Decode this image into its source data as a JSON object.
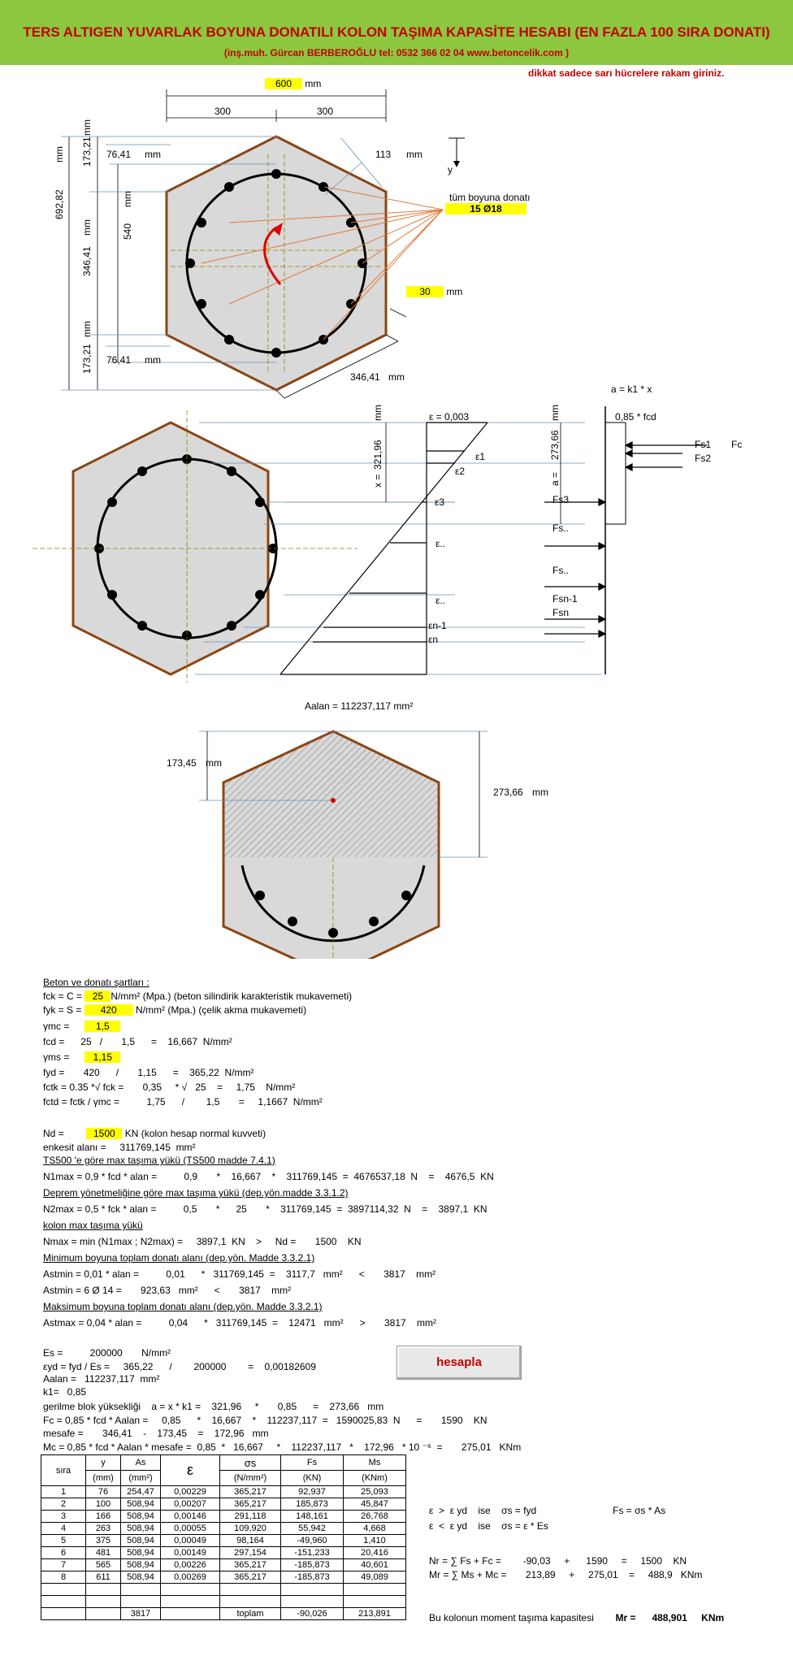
{
  "header": {
    "title": "TERS ALTIGEN YUVARLAK BOYUNA DONATILI KOLON TAŞIMA KAPASİTE HESABI (EN FAZLA 100 SIRA DONATI)",
    "author": "(inş.muh. Gürcan BERBEROĞLU tel: 0532 366 02 04    www.betoncelik.com )",
    "warning": "dikkat sadece sarı hücrelere rakam giriniz."
  },
  "colors": {
    "header_bg": "#8dc63f",
    "title_red": "#c00000",
    "input_yellow": "#ffff00",
    "hex_border": "#8b4513",
    "concrete": "#d9d9d9"
  },
  "diagram1": {
    "width": "600",
    "half_left": "300",
    "half_right": "300",
    "unit": "mm",
    "left_dim_top": "173,21",
    "left_dim_mid": "346,41",
    "left_dim_bot": "173,21",
    "total_height": "692,82",
    "inner_height": "540",
    "offset_top": "76,41",
    "offset_bot": "76,41",
    "cover_dim": "113",
    "rebar_label": "tüm boyuna donatı",
    "rebar_value": "15 Ø18",
    "cover": "30",
    "side_len": "346,41",
    "y_axis": "y"
  },
  "diagram2": {
    "a_formula": "a = k1 * x",
    "eps_top_label": "ε =",
    "eps_top_value": "0,003",
    "x_label": "x =",
    "x_value": "321,96",
    "a_label": "a =",
    "a_value": "273,66",
    "fcd_label": "0,85 * fcd",
    "fs1": "Fs1",
    "fs2": "Fs2",
    "fc": "Fc",
    "fs3": "Fs3",
    "fsdots1": "Fs..",
    "fsdots2": "Fs..",
    "fsn1": "Fsn-1",
    "fsn": "Fsn",
    "e1": "ε1",
    "e2": "ε2",
    "e3": "ε3",
    "edots1": "ε..",
    "edots2": "ε..",
    "en1": "εn-1",
    "en": "εn",
    "unit": "mm"
  },
  "diagram3": {
    "aalan_label": "Aalan =",
    "aalan_value": "112237,117",
    "aalan_unit": "mm²",
    "left_dim": "173,45",
    "right_dim": "273,66",
    "unit": "mm"
  },
  "materials": {
    "heading": "Beton ve donatı şartları :",
    "fck_label": "fck = C =",
    "fck": "25",
    "fck_desc": "N/mm² (Mpa.) (beton silindirik karakteristik mukavemeti)",
    "fyk_label": "fyk = S =",
    "fyk": "420",
    "fyk_desc": "N/mm² (Mpa.) (çelik akma mukavemeti)",
    "gmc_label": "γmc =",
    "gmc": "1,5",
    "fcd_line": "fcd =      25   /       1,5      =    16,667  N/mm²",
    "gms_label": "γms =",
    "gms": "1,15",
    "fyd_line": "fyd =       420      /       1,15      =    365,22  N/mm²",
    "fctk_line": "fctk = 0.35 *√ fck =       0,35     * √   25    =     1,75    N/mm²",
    "fctd_line": "fctd = fctk / γmc =          1,75      /        1,5       =     1,1667  N/mm²"
  },
  "loads": {
    "nd_label": "Nd =",
    "nd": "1500",
    "nd_desc": "KN  (kolon hesap normal kuvveti)",
    "area_line": "enkesit alanı =     311769,145  mm²",
    "ts500_heading": "TS500 'e göre max taşıma yükü (TS500 madde 7.4.1)",
    "n1max_line": "N1max = 0,9 * fcd * alan =          0,9       *    16,667    *    311769,145  =  4676537,18  N    =    4676,5  KN",
    "deprem_heading": "Deprem yönetmeliğine göre max taşıma yükü (dep.yön.madde 3.3.1.2)",
    "n2max_line": "N2max = 0,5 * fck * alan =          0,5       *      25       *    311769,145  =  3897114,32  N    =    3897,1  KN",
    "kolon_heading": "kolon max taşıma yükü",
    "nmax_line": "Nmax = min (N1max ; N2max) =     3897,1  KN    >     Nd =       1500    KN",
    "min_heading": "Minimum boyuna toplam donatı alanı (dep.yön. Madde 3.3.2.1)",
    "astmin1_line": "Astmin = 0,01 * alan =          0,01      *   311769,145  =    3117,7   mm²      <       3817    mm²",
    "astmin2_line": "Astmin = 6 Ø 14 =       923,63   mm²      <       3817    mm²",
    "max_heading": "Maksimum boyuna toplam donatı alanı (dep.yön. Madde 3.3.2.1)",
    "astmax_line": "Astmax = 0,04 * alan =          0,04      *   311769,145  =    12471   mm²      >       3817    mm²"
  },
  "steel": {
    "es_line": "Es =          200000       N/mm²",
    "eyd_line": "εyd = fyd / Es =     365,22      /        200000        =    0,00182609",
    "aalan_line": "Aalan =   112237,117  mm²",
    "k1_line": "k1=   0,85",
    "a_line": "gerilme blok yüksekliği    a = x * k1 =    321,96     *       0,85      =    273,66   mm",
    "fc_line": "Fc = 0,85 * fcd * Aalan =     0,85      *    16,667    *    112237,117  =   1590025,83  N      =       1590    KN",
    "mesafe_line": "mesafe =       346,41    -    173,45    =    172,96   mm",
    "mc_line": "Mc = 0,85 * fcd * Aalan * mesafe =  0,85  *   16,667     *    112237,117   *    172,96   * 10 ⁻⁶  =       275,01   KNm",
    "button": "hesapla"
  },
  "table": {
    "headers": [
      "sıra",
      "y",
      "As",
      "ε",
      "σs",
      "Fs",
      "Ms"
    ],
    "units": [
      "",
      "(mm)",
      "(mm²)",
      "",
      "(N/mm²)",
      "(KN)",
      "(KNm)"
    ],
    "rows": [
      [
        "1",
        "76",
        "254,47",
        "0,00229",
        "365,217",
        "92,937",
        "25,093"
      ],
      [
        "2",
        "100",
        "508,94",
        "0,00207",
        "365,217",
        "185,873",
        "45,847"
      ],
      [
        "3",
        "166",
        "508,94",
        "0,00146",
        "291,118",
        "148,161",
        "26,768"
      ],
      [
        "4",
        "263",
        "508,94",
        "0,00055",
        "109,920",
        "55,942",
        "4,668"
      ],
      [
        "5",
        "375",
        "508,94",
        "0,00049",
        "98,164",
        "-49,960",
        "1,410"
      ],
      [
        "6",
        "481",
        "508,94",
        "0,00149",
        "297,154",
        "-151,233",
        "20,416"
      ],
      [
        "7",
        "565",
        "508,94",
        "0,00226",
        "365,217",
        "-185,873",
        "40,601"
      ],
      [
        "8",
        "611",
        "508,94",
        "0,00269",
        "365,217",
        "-185,873",
        "49,089"
      ]
    ],
    "total_as": "3817",
    "total_label": "toplam",
    "total_fs": "-90,026",
    "total_ms": "213,891"
  },
  "results": {
    "rule1a": "ε  >  ε yd    ise    σs = fyd",
    "rule1b": "Fs = σs * As",
    "rule2": "ε  <  ε yd    ise    σs = ε * Es",
    "nr_line": "Nr = ∑ Fs + Fc =        -90,03     +      1590     =     1500    KN",
    "mr_line": "Mr = ∑ Ms + Mc =       213,89     +     275,01    =     488,9   KNm",
    "cap_label": "Bu kolonun moment taşıma kapasitesi",
    "mr_label": "Mr =",
    "mr_value": "488,901",
    "mr_unit": "KNm"
  }
}
